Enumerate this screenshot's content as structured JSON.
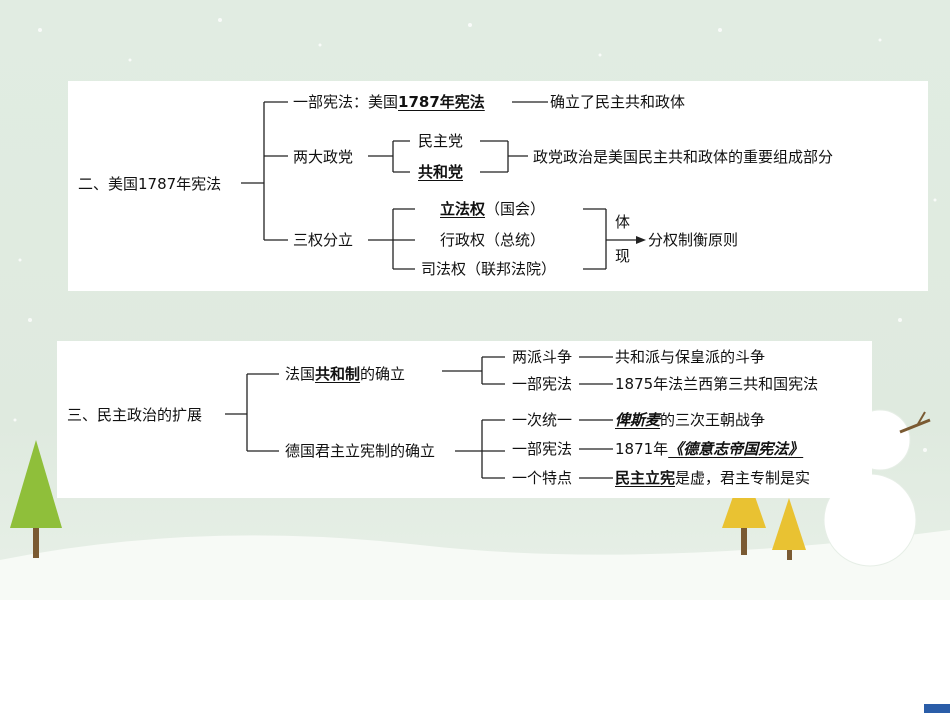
{
  "section2": {
    "root": "二、美国1787年宪法",
    "b1_pre": "一部宪法：美国",
    "b1_bold": "1787年宪法",
    "b1_result": "确立了民主共和政体",
    "b2": "两大政党",
    "b2_a": "民主党",
    "b2_b": "共和党",
    "b2_result": "政党政治是美国民主共和政体的重要组成部分",
    "b3": "三权分立",
    "b3_a_bold": "立法权",
    "b3_a_rest": "（国会）",
    "b3_b": "行政权（总统）",
    "b3_c": "司法权（联邦法院）",
    "b3_mid1": "体",
    "b3_mid2": "现",
    "b3_result": "分权制衡原则"
  },
  "section3": {
    "root": "三、民主政治的扩展",
    "fr_pre": "法国",
    "fr_bold": "共和制",
    "fr_post": "的确立",
    "fr_1_label": "两派斗争",
    "fr_1_value": "共和派与保皇派的斗争",
    "fr_2_label": "一部宪法",
    "fr_2_value": "1875年法兰西第三共和国宪法",
    "de": "德国君主立宪制的确立",
    "de_1_label": "一次统一",
    "de_1_bold": "俾斯麦",
    "de_1_rest": "的三次王朝战争",
    "de_2_label": "一部宪法",
    "de_2_pre": "1871年",
    "de_2_bold": "《德意志帝国宪法》",
    "de_3_label": "一个特点",
    "de_3_bold": "民主立宪",
    "de_3_rest": "是虚，君主专制是实"
  },
  "colors": {
    "sky_top": "#e3eee4",
    "snow": "#fbfdfb",
    "tree_green": "#8fbf3a",
    "tree_yellow": "#e9c232",
    "trunk": "#7a5a32"
  }
}
